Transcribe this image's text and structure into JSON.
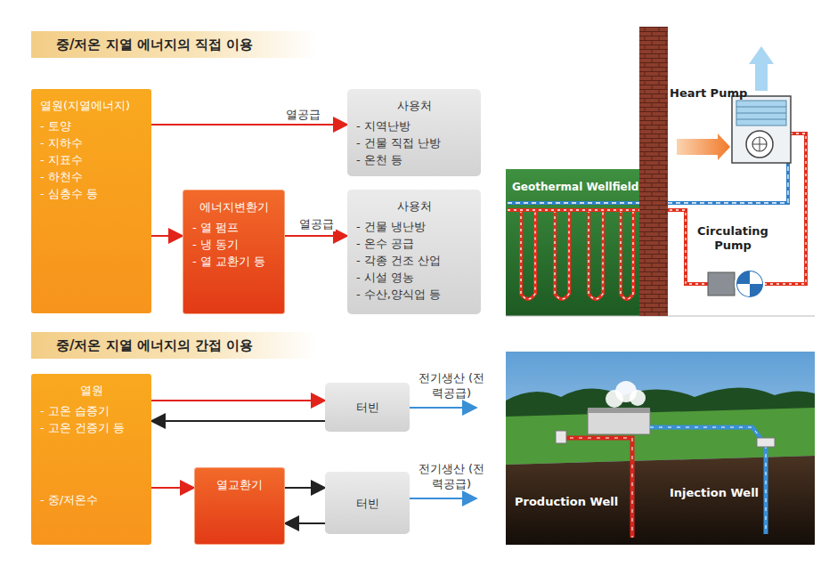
{
  "diagram": {
    "nodes": [
      {
        "text": [
          "열원(지열에너지)",
          "- 토양",
          "- 지하수",
          "- 지표수",
          "- 하천수",
          "- 심층수 등"
        ]
      },
      {
        "text": [
          "사용처",
          "- 지역난방",
          "- 건물 직접 난방",
          "- 온천 등"
        ]
      },
      {
        "text": [
          "에너지변환기",
          "- 열 펌프",
          "- 냉 동기",
          "- 열 교환기 등"
        ]
      },
      {
        "text": [
          "사용처",
          "- 건물 냉난방",
          "- 온수 공급",
          "- 각종 건조 산업",
          "- 시설 영농",
          "- 수산,양식업 등"
        ]
      },
      {
        "text": [
          "열원",
          "- 고온 습증기",
          "- 고온 건증기 등",
          "- 중/저온수"
        ]
      },
      {
        "text": [
          "터빈"
        ]
      },
      {
        "text": [
          "열교환기"
        ]
      },
      {
        "text": [
          "터빈"
        ]
      }
    ],
    "edges": [
      {
        "from": 0,
        "to": 1,
        "arrow": "to",
        "label": "열공급"
      },
      {
        "from": 0,
        "to": 2,
        "arrow": "to"
      },
      {
        "from": 2,
        "to": 3,
        "arrow": "to",
        "label": "열공급"
      },
      {
        "from": 4,
        "to": 5,
        "arrow": "to"
      },
      {
        "from": 5,
        "to": 4,
        "arrow": "to"
      },
      {
        "from": 4,
        "to": 6,
        "arrow": "to"
      },
      {
        "from": 6,
        "to": 7,
        "arrow": "to"
      },
      {
        "from": 7,
        "to": 6,
        "arrow": "to"
      }
    ],
    "labels": [
      "중/저온 지열 에너지의 직접 이용",
      "Heart Pump",
      "Geothermal Wellfield",
      "Circulating Pump",
      "중/저온 지열 에너지의 간접 이용",
      "전기생산 (전력공급)",
      "전기생산 (전력공급)",
      "Production Well",
      "Injection Well"
    ]
  }
}
